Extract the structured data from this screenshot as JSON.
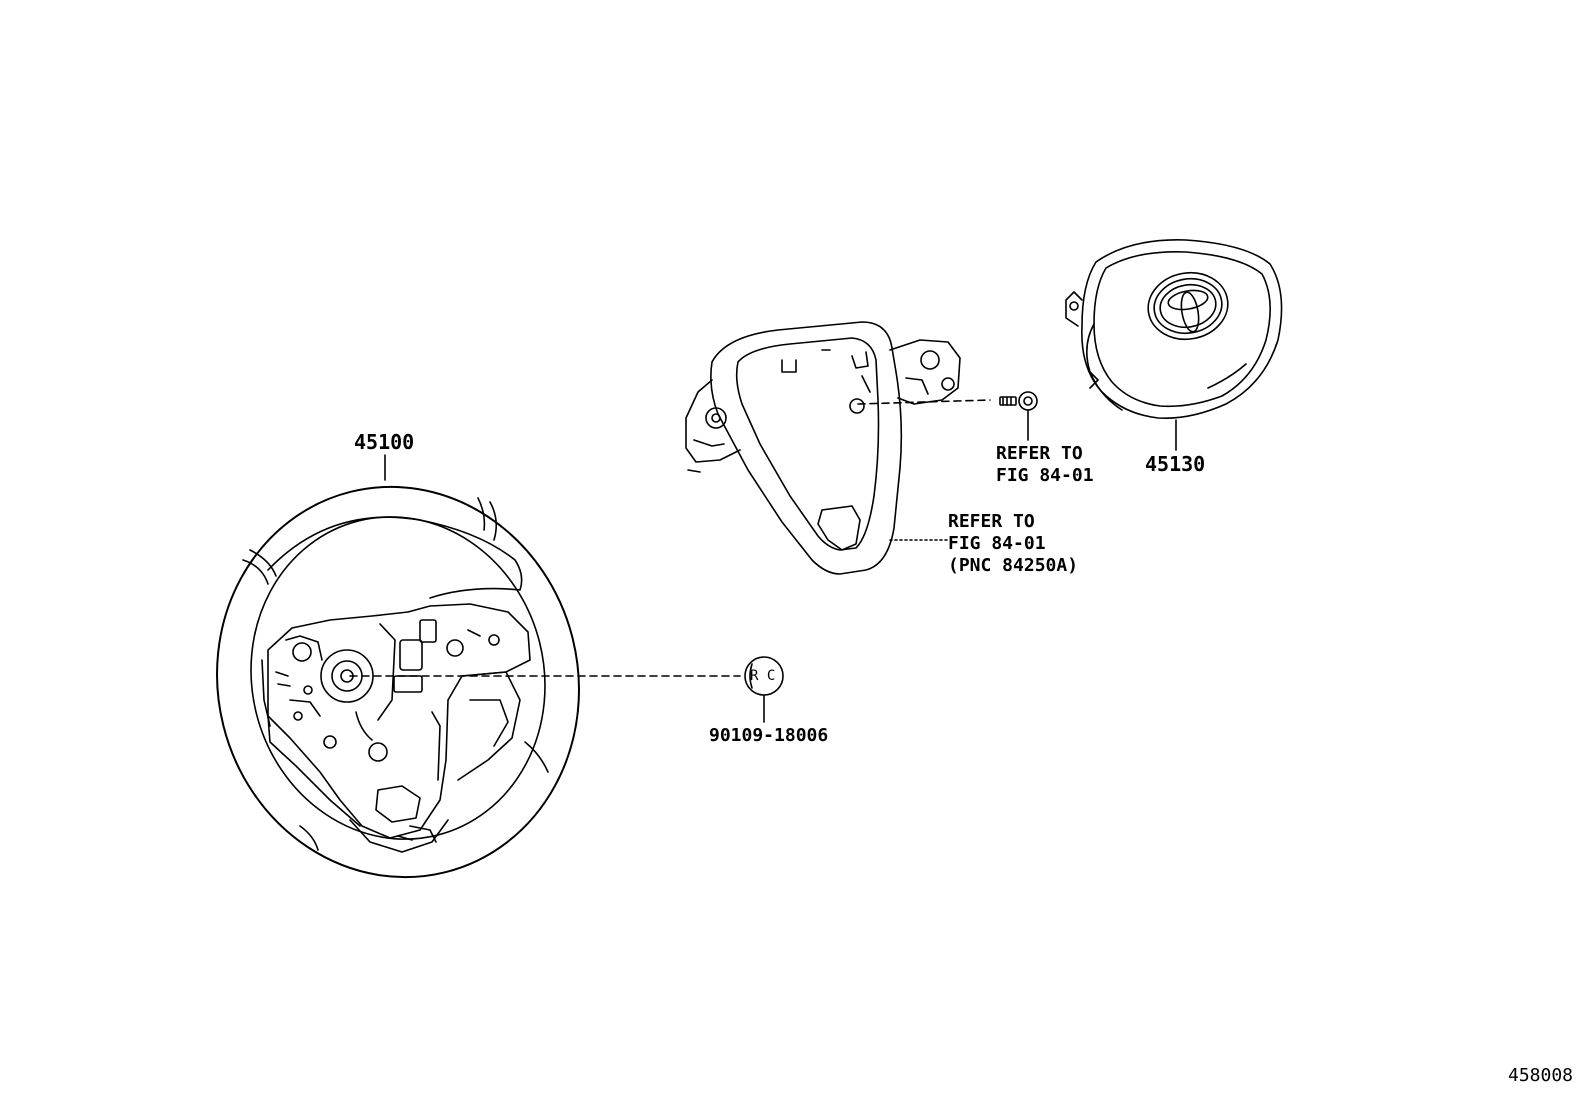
{
  "diagram": {
    "figure_number": "458008",
    "parts": [
      {
        "id": "steering_wheel",
        "part_number": "45100"
      },
      {
        "id": "airbag_assembly",
        "part_number": "45130"
      },
      {
        "id": "nut",
        "part_number": "90109-18006"
      }
    ],
    "references": {
      "bolt_ref": {
        "line1": "REFER TO",
        "line2": "FIG 84-01"
      },
      "cover_ref": {
        "line1": "REFER TO",
        "line2": "FIG 84-01",
        "line3": "(PNC 84250A)"
      }
    },
    "nut_marking": "R C",
    "colors": {
      "line": "#000000",
      "background": "#ffffff"
    }
  }
}
